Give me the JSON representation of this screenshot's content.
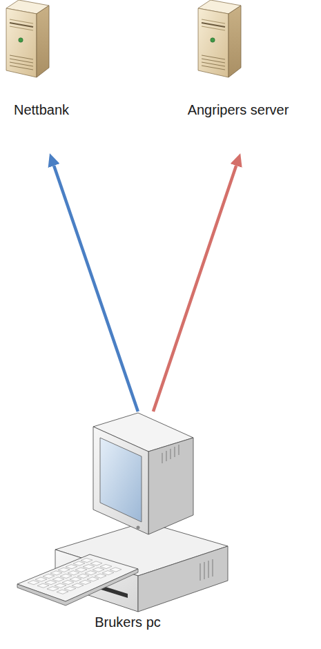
{
  "diagram": {
    "nodes": [
      {
        "text": [
          "Nettbank"
        ]
      },
      {
        "text": [
          "Angripers server"
        ]
      },
      {
        "text": [
          "Brukers pc"
        ]
      }
    ],
    "edges": [
      {
        "from": 2,
        "to": 0,
        "arrow": "to"
      },
      {
        "from": 2,
        "to": 1,
        "arrow": "to"
      }
    ]
  }
}
